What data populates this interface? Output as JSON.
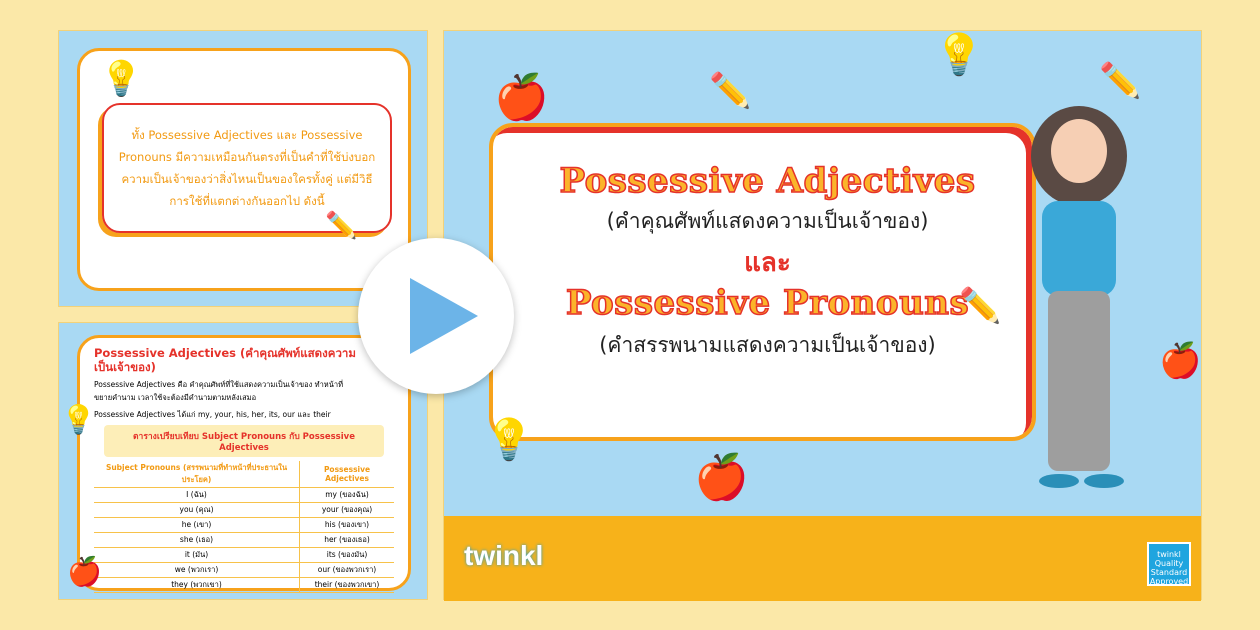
{
  "slide1": {
    "text": "ทั้ง Possessive Adjectives และ Possessive Pronouns มีความเหมือนกันตรงที่เป็นคำที่ใช้บ่งบอกความเป็นเจ้าของว่าสิ่งไหนเป็นของใครทั้งคู่ แต่มีวิธีการใช้ที่แตกต่างกันออกไป ดังนี้"
  },
  "slide2": {
    "title": "Possessive Adjectives (คำคุณศัพท์แสดงความเป็นเจ้าของ)",
    "para1": "Possessive Adjectives คือ คำคุณศัพท์ที่ใช้แสดงความเป็นเจ้าของ ทำหน้าที่ขยายคำนาม เวลาใช้จะต้องมีคำนามตามหลังเสมอ",
    "para2": "Possessive Adjectives ได้แก่ my, your, his, her, its, our และ their",
    "band": "ตารางเปรียบเทียบ Subject Pronouns กับ Possessive Adjectives",
    "headers": [
      "Subject Pronouns (สรรพนามที่ทำหน้าที่ประธานในประโยค)",
      "Possessive Adjectives"
    ],
    "rows": [
      [
        "I (ฉัน)",
        "my (ของฉัน)"
      ],
      [
        "you (คุณ)",
        "your (ของคุณ)"
      ],
      [
        "he (เขา)",
        "his (ของเขา)"
      ],
      [
        "she (เธอ)",
        "her (ของเธอ)"
      ],
      [
        "it (มัน)",
        "its (ของมัน)"
      ],
      [
        "we (พวกเรา)",
        "our (ของพวกเรา)"
      ],
      [
        "they (พวกเขา)",
        "their (ของพวกเขา)"
      ]
    ]
  },
  "main": {
    "title1": "Possessive Adjectives",
    "sub1": "(คำคุณศัพท์แสดงความเป็นเจ้าของ)",
    "and": "และ",
    "title2": "Possessive Pronouns",
    "sub2": "(คำสรรพนามแสดงความเป็นเจ้าของ)",
    "logo": "twinkl",
    "badge": "twinkl Quality Standard Approved"
  },
  "colors": {
    "accent": "#f7b21a",
    "red": "#e5322a",
    "sky": "#a9d9f3"
  }
}
